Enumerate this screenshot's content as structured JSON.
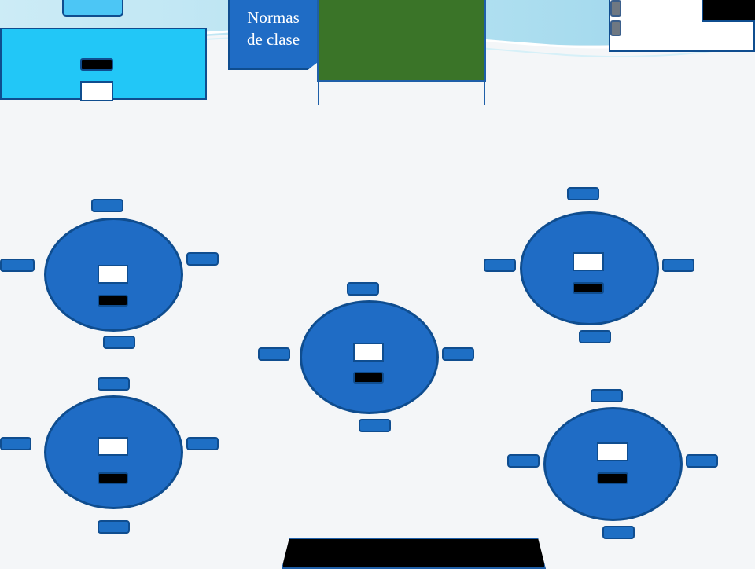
{
  "slide": {
    "background": "#f4f6f8",
    "norms_sign": {
      "label_line1": "Normas",
      "label_line2": "de clase"
    },
    "blackboard": {
      "color": "#3a7428"
    },
    "table_color": "#1f6cc5",
    "teacher_zone_color": "#22c7f7",
    "tables": [
      {
        "name": "table-1"
      },
      {
        "name": "table-2"
      },
      {
        "name": "table-3"
      },
      {
        "name": "table-4"
      },
      {
        "name": "table-5"
      }
    ]
  }
}
